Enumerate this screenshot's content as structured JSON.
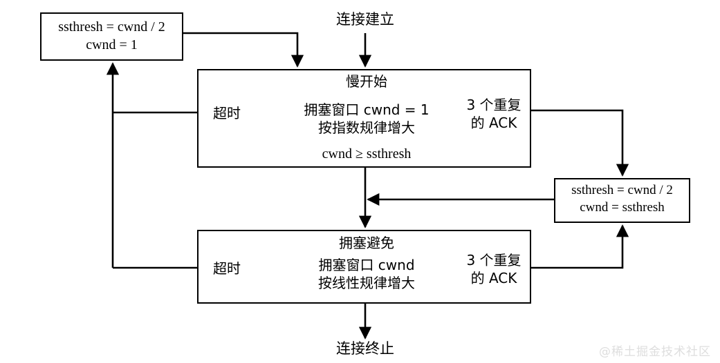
{
  "diagram": {
    "title_visible": false,
    "colors": {
      "stroke": "#000000",
      "background": "#ffffff",
      "watermark": "#dedede"
    },
    "nodes": {
      "timeout_reset": {
        "line1": "ssthresh = cwnd / 2",
        "line2": "cwnd = 1"
      },
      "slow_start": {
        "title": "慢开始",
        "left_label": "超时",
        "body_line1": "拥塞窗口 cwnd = 1",
        "body_line2": "按指数规律增大",
        "right_label_line1": "3 个重复",
        "right_label_line2": "的 ACK",
        "condition": "cwnd ≥ ssthresh"
      },
      "fast_recovery": {
        "line1": "ssthresh = cwnd / 2",
        "line2": "cwnd = ssthresh"
      },
      "congestion_avoidance": {
        "title": "拥塞避免",
        "left_label": "超时",
        "body_line1": "拥塞窗口 cwnd",
        "body_line2": "按线性规律增大",
        "right_label_line1": "3 个重复",
        "right_label_line2": "的 ACK"
      }
    },
    "endpoints": {
      "start": "连接建立",
      "end": "连接终止"
    },
    "watermark": "@稀土掘金技术社区"
  }
}
